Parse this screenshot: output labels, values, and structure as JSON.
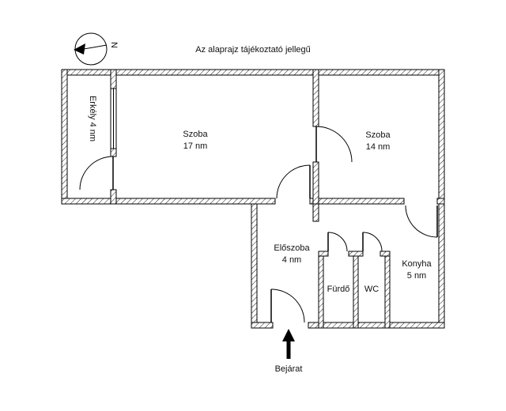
{
  "disclaimer": "Az alaprajz tájékoztató jellegű",
  "compass": {
    "label": "N"
  },
  "rooms": {
    "balcony": {
      "label": "Erkély 4 nm"
    },
    "room_large": {
      "name": "Szoba",
      "area": "17 nm"
    },
    "room_small": {
      "name": "Szoba",
      "area": "14 nm"
    },
    "hallway": {
      "name": "Előszoba",
      "area": "4 nm"
    },
    "bathroom": {
      "name": "Fürdő"
    },
    "wc": {
      "name": "WC"
    },
    "kitchen": {
      "name": "Konyha",
      "area": "5 nm"
    }
  },
  "entrance": {
    "label": "Bejárat"
  }
}
